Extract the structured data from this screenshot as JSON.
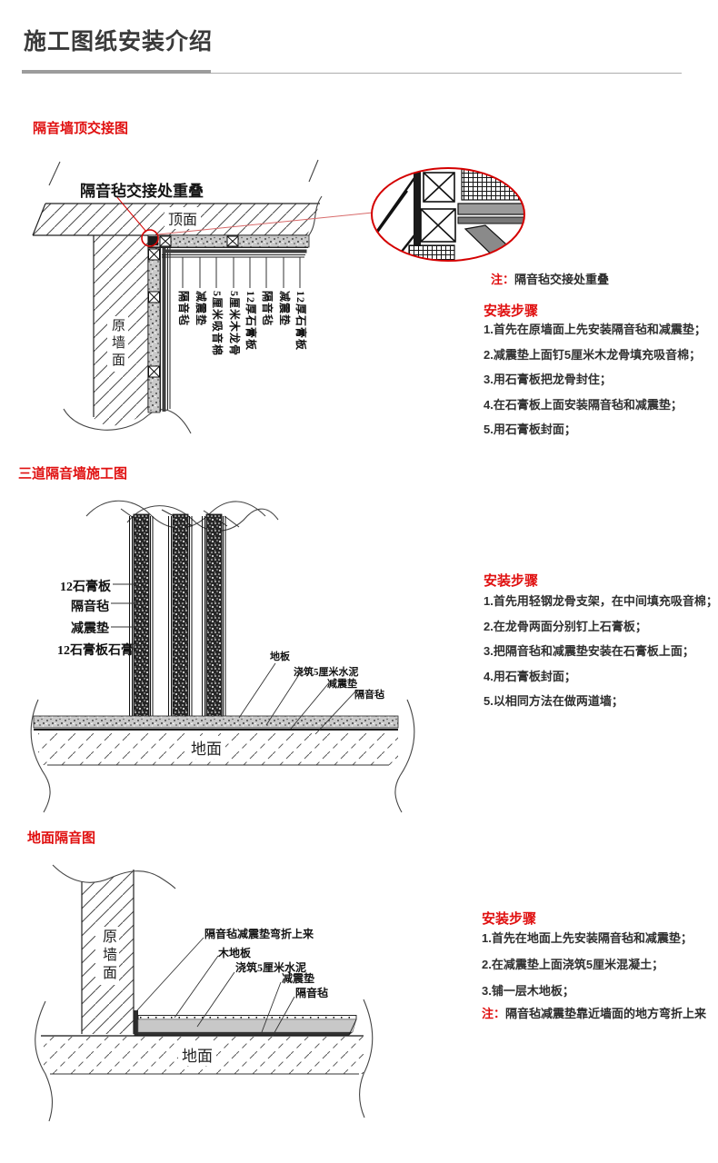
{
  "page": {
    "title": "施工图纸安装介绍",
    "accent_red": "#e01010",
    "title_color": "#3a3a3a"
  },
  "section1": {
    "heading": "隔音墙顶交接图",
    "diagram": {
      "overlap_label": "隔音毡交接处重叠",
      "ceiling_label": "顶面",
      "wall_label": "原墙面",
      "layer_labels": [
        "隔音毡",
        "减震垫",
        "5厘米吸音棉",
        "5厘米木龙骨",
        "12厚石膏板",
        "隔音毡",
        "减震垫",
        "12厚石膏板"
      ]
    },
    "note_prefix": "注：",
    "note": "隔音毡交接处重叠",
    "steps_title": "安装步骤",
    "steps": [
      "1.首先在原墙面上先安装隔音毡和减震垫；",
      "2.减震垫上面钉5厘米木龙骨填充吸音棉；",
      "3.用石膏板把龙骨封住；",
      "4.在石膏板上面安装隔音毡和减震垫；",
      "5.用石膏板封面；"
    ]
  },
  "section2": {
    "heading": "三道隔音墙施工图",
    "diagram": {
      "wall_labels": [
        "12石膏板",
        "隔音毡",
        "减震垫",
        "12石膏板石膏板"
      ],
      "floor_labels": [
        "地板",
        "浇筑5厘米水泥",
        "减震垫",
        "隔音毡"
      ],
      "ground_label": "地面"
    },
    "steps_title": "安装步骤",
    "steps": [
      "1.首先用轻钢龙骨支架，在中间填充吸音棉；",
      "2.在龙骨两面分别钉上石膏板；",
      "3.把隔音毡和减震垫安装在石膏板上面；",
      "4.用石膏板封面；",
      "5.以相同方法在做两道墙；"
    ]
  },
  "section3": {
    "heading": "地面隔音图",
    "diagram": {
      "wall_label": "原墙面",
      "callouts": [
        "隔音毡减震垫弯折上来",
        "木地板",
        "浇筑5厘米水泥",
        "减震垫",
        "隔音毡"
      ],
      "ground_label": "地面"
    },
    "steps_title": "安装步骤",
    "steps": [
      "1.首先在地面上先安装隔音毡和减震垫；",
      "2.在减震垫上面浇筑5厘米混凝土；",
      "3.铺一层木地板；"
    ],
    "note_prefix": "注：",
    "note": "隔音毡减震垫靠近墙面的地方弯折上来"
  }
}
